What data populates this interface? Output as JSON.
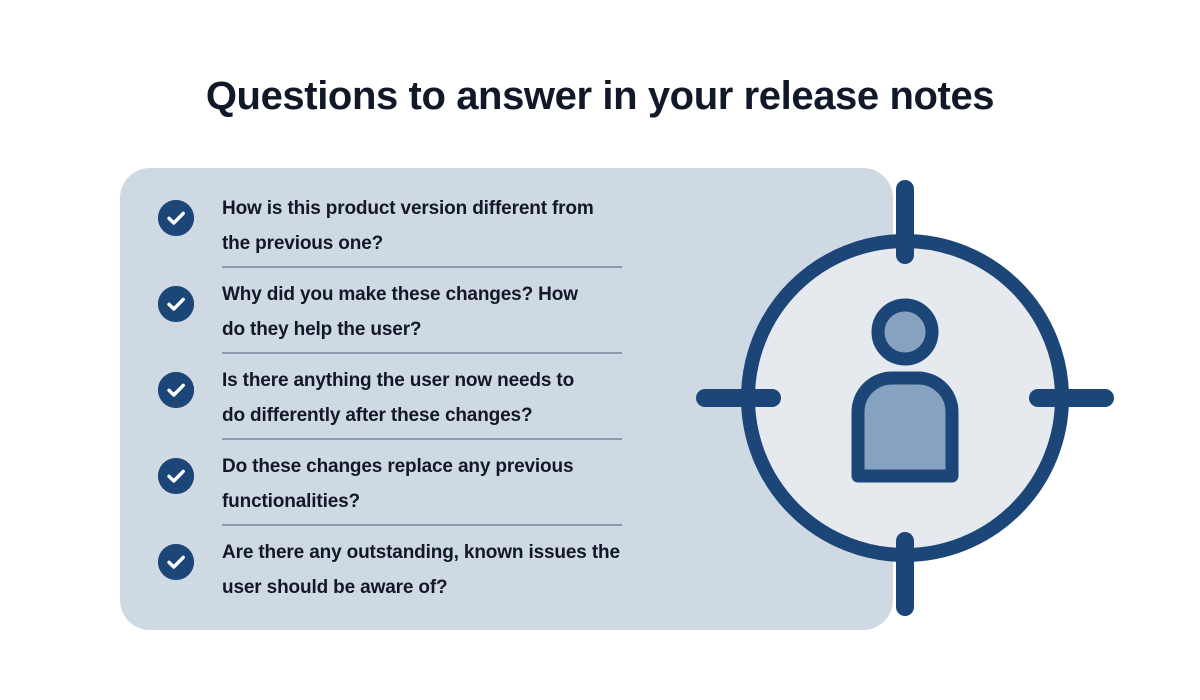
{
  "page": {
    "title": "Questions to answer in your release notes",
    "background_color": "#FFFFFF"
  },
  "theme": {
    "card_background": "#CFD9E4",
    "accent_dark_blue": "#1B4677",
    "accent_light_blue": "#87A2C0",
    "target_disc_fill": "#E6EAEF",
    "divider_color": "#8C9BAB",
    "text_color": "#111827",
    "check_mark_color": "#FFFFFF"
  },
  "card": {
    "items": [
      {
        "check_icon": "check-circle-icon",
        "text": "How is this product version different from\nthe previous one?"
      },
      {
        "check_icon": "check-circle-icon",
        "text": "Why did you make these changes? How\ndo they help the user?"
      },
      {
        "check_icon": "check-circle-icon",
        "text": "Is there anything the user now needs to\ndo differently after these changes?"
      },
      {
        "check_icon": "check-circle-icon",
        "text": "Do these changes replace any previous\nfunctionalities?"
      },
      {
        "check_icon": "check-circle-icon",
        "text": "Are there any outstanding, known issues the\nuser should be aware of?"
      }
    ]
  },
  "illustration": {
    "name": "target-user-icon",
    "description": "Crosshair target with a person silhouette in the center"
  }
}
